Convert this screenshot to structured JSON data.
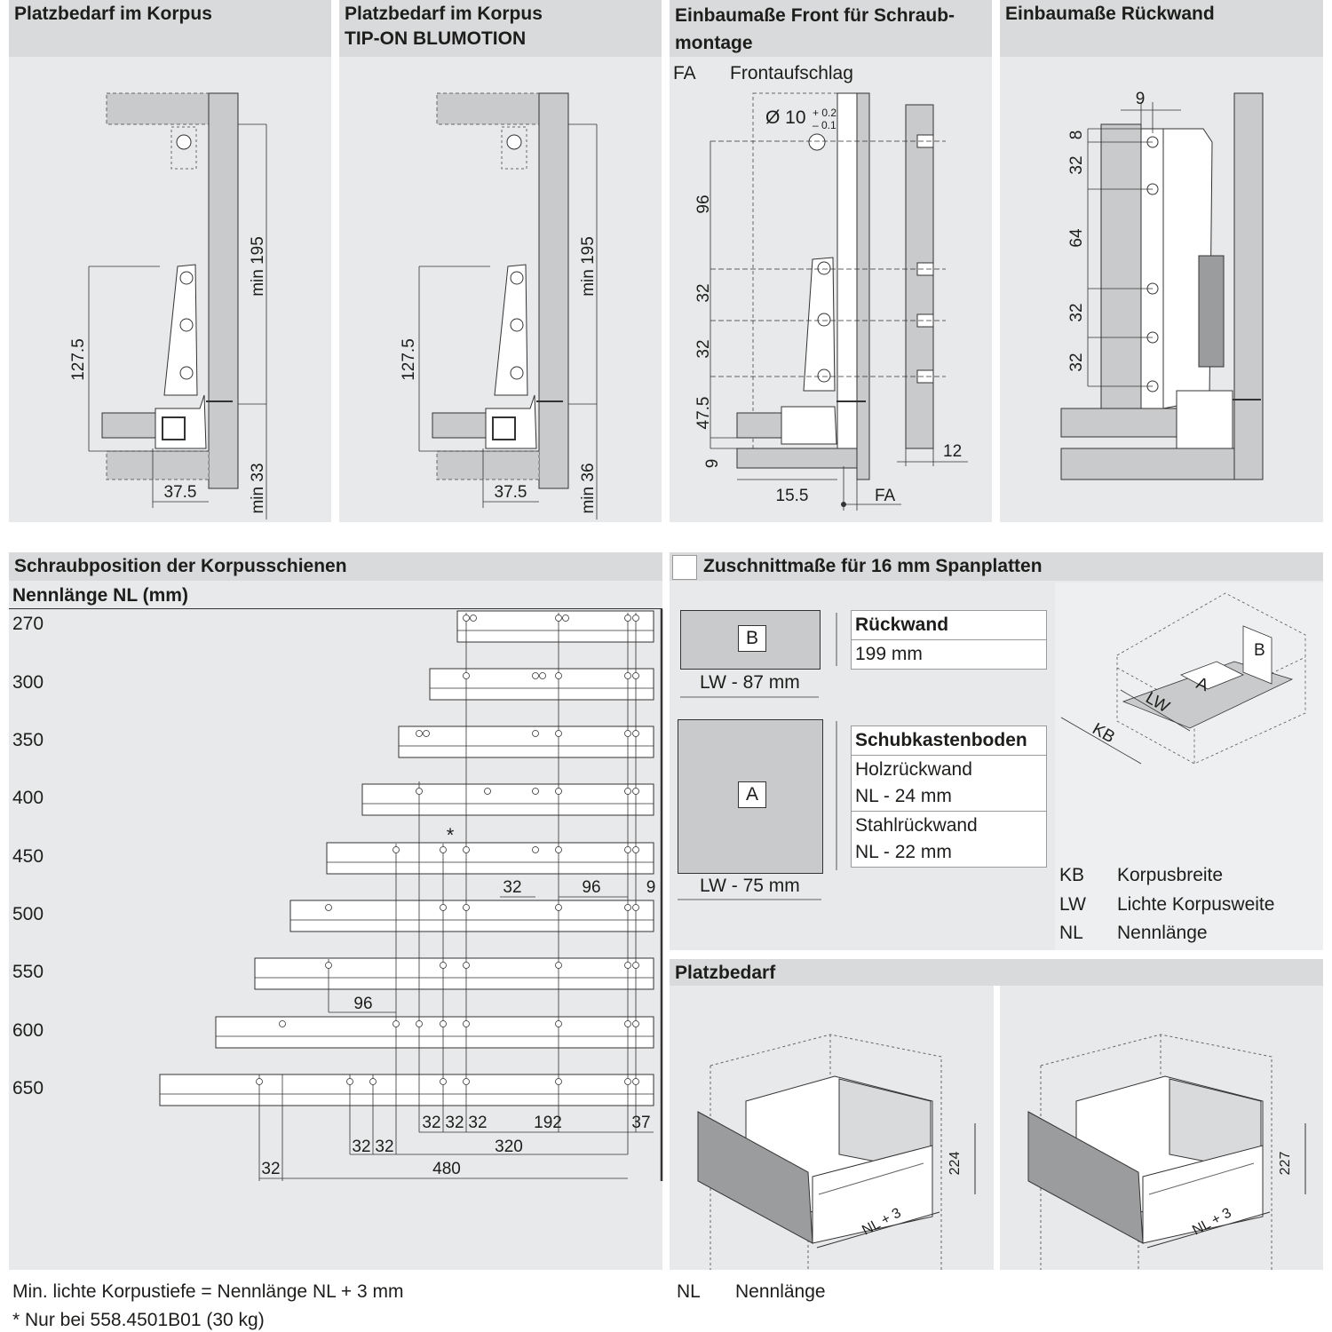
{
  "panels": {
    "p1": {
      "title": "Platzbedarf im Korpus",
      "dims": [
        "min 195",
        "127.5",
        "min 33",
        "37.5"
      ]
    },
    "p2": {
      "title_line1": "Platzbedarf im Korpus",
      "title_line2": "TIP-ON BLUMOTION",
      "dims": [
        "min 195",
        "127.5",
        "min 36",
        "37.5"
      ]
    },
    "p3": {
      "title_line1": "Einbaumaße Front für Schraub-",
      "title_line2": "montage",
      "fa_code": "FA",
      "fa_desc": "Frontaufschlag",
      "hole_dia": "Ø 10",
      "tol_plus": "+ 0.2",
      "tol_minus": "– 0.1",
      "dims": [
        "96",
        "32",
        "32",
        "47.5",
        "9",
        "15.5",
        "FA",
        "12"
      ]
    },
    "p4": {
      "title": "Einbaumaße Rückwand",
      "dims": [
        "9",
        "8",
        "32",
        "64",
        "32",
        "32"
      ]
    }
  },
  "screw": {
    "title": "Schraubposition der Korpusschienen",
    "subtitle": "Nennlänge NL (mm)",
    "rows": [
      "270",
      "300",
      "350",
      "400",
      "450",
      "500",
      "550",
      "600",
      "650"
    ],
    "star": "*",
    "dims_450": [
      "32",
      "96",
      "9"
    ],
    "dim_550": "96",
    "dims_bottom1": [
      "32",
      "32",
      "32",
      "192",
      "37"
    ],
    "dims_bottom2": [
      "32",
      "32",
      "320"
    ],
    "dims_bottom3": [
      "32",
      "480"
    ]
  },
  "cut": {
    "title": "Zuschnittmaße für 16 mm Spanplatten",
    "b_label": "B",
    "b_width": "LW - 87 mm",
    "a_label": "A",
    "a_width": "LW - 75 mm",
    "rueckwand": "Rückwand",
    "rueckwand_val": "199 mm",
    "boden": "Schubkastenboden",
    "holz": "Holzrückwand",
    "holz_val": "NL - 24 mm",
    "stahl": "Stahlrückwand",
    "stahl_val": "NL - 22 mm",
    "iso_labels": [
      "B",
      "A",
      "LW",
      "KB"
    ],
    "legend": [
      {
        "code": "KB",
        "desc": "Korpusbreite"
      },
      {
        "code": "LW",
        "desc": "Lichte Korpusweite"
      },
      {
        "code": "NL",
        "desc": "Nennlänge"
      }
    ]
  },
  "platz": {
    "title": "Platzbedarf",
    "left_height": "224",
    "right_height": "227",
    "depth": "NL + 3"
  },
  "footer": {
    "note1": "Min. lichte Korpustiefe = Nennlänge NL + 3 mm",
    "note2": "* Nur bei 558.4501B01 (30 kg)",
    "nl_code": "NL",
    "nl_desc": "Nennlänge"
  },
  "colors": {
    "panel": "#e8e9ea",
    "header": "#d9dadb",
    "part": "#c9cacb",
    "line": "#1d1d1b"
  }
}
